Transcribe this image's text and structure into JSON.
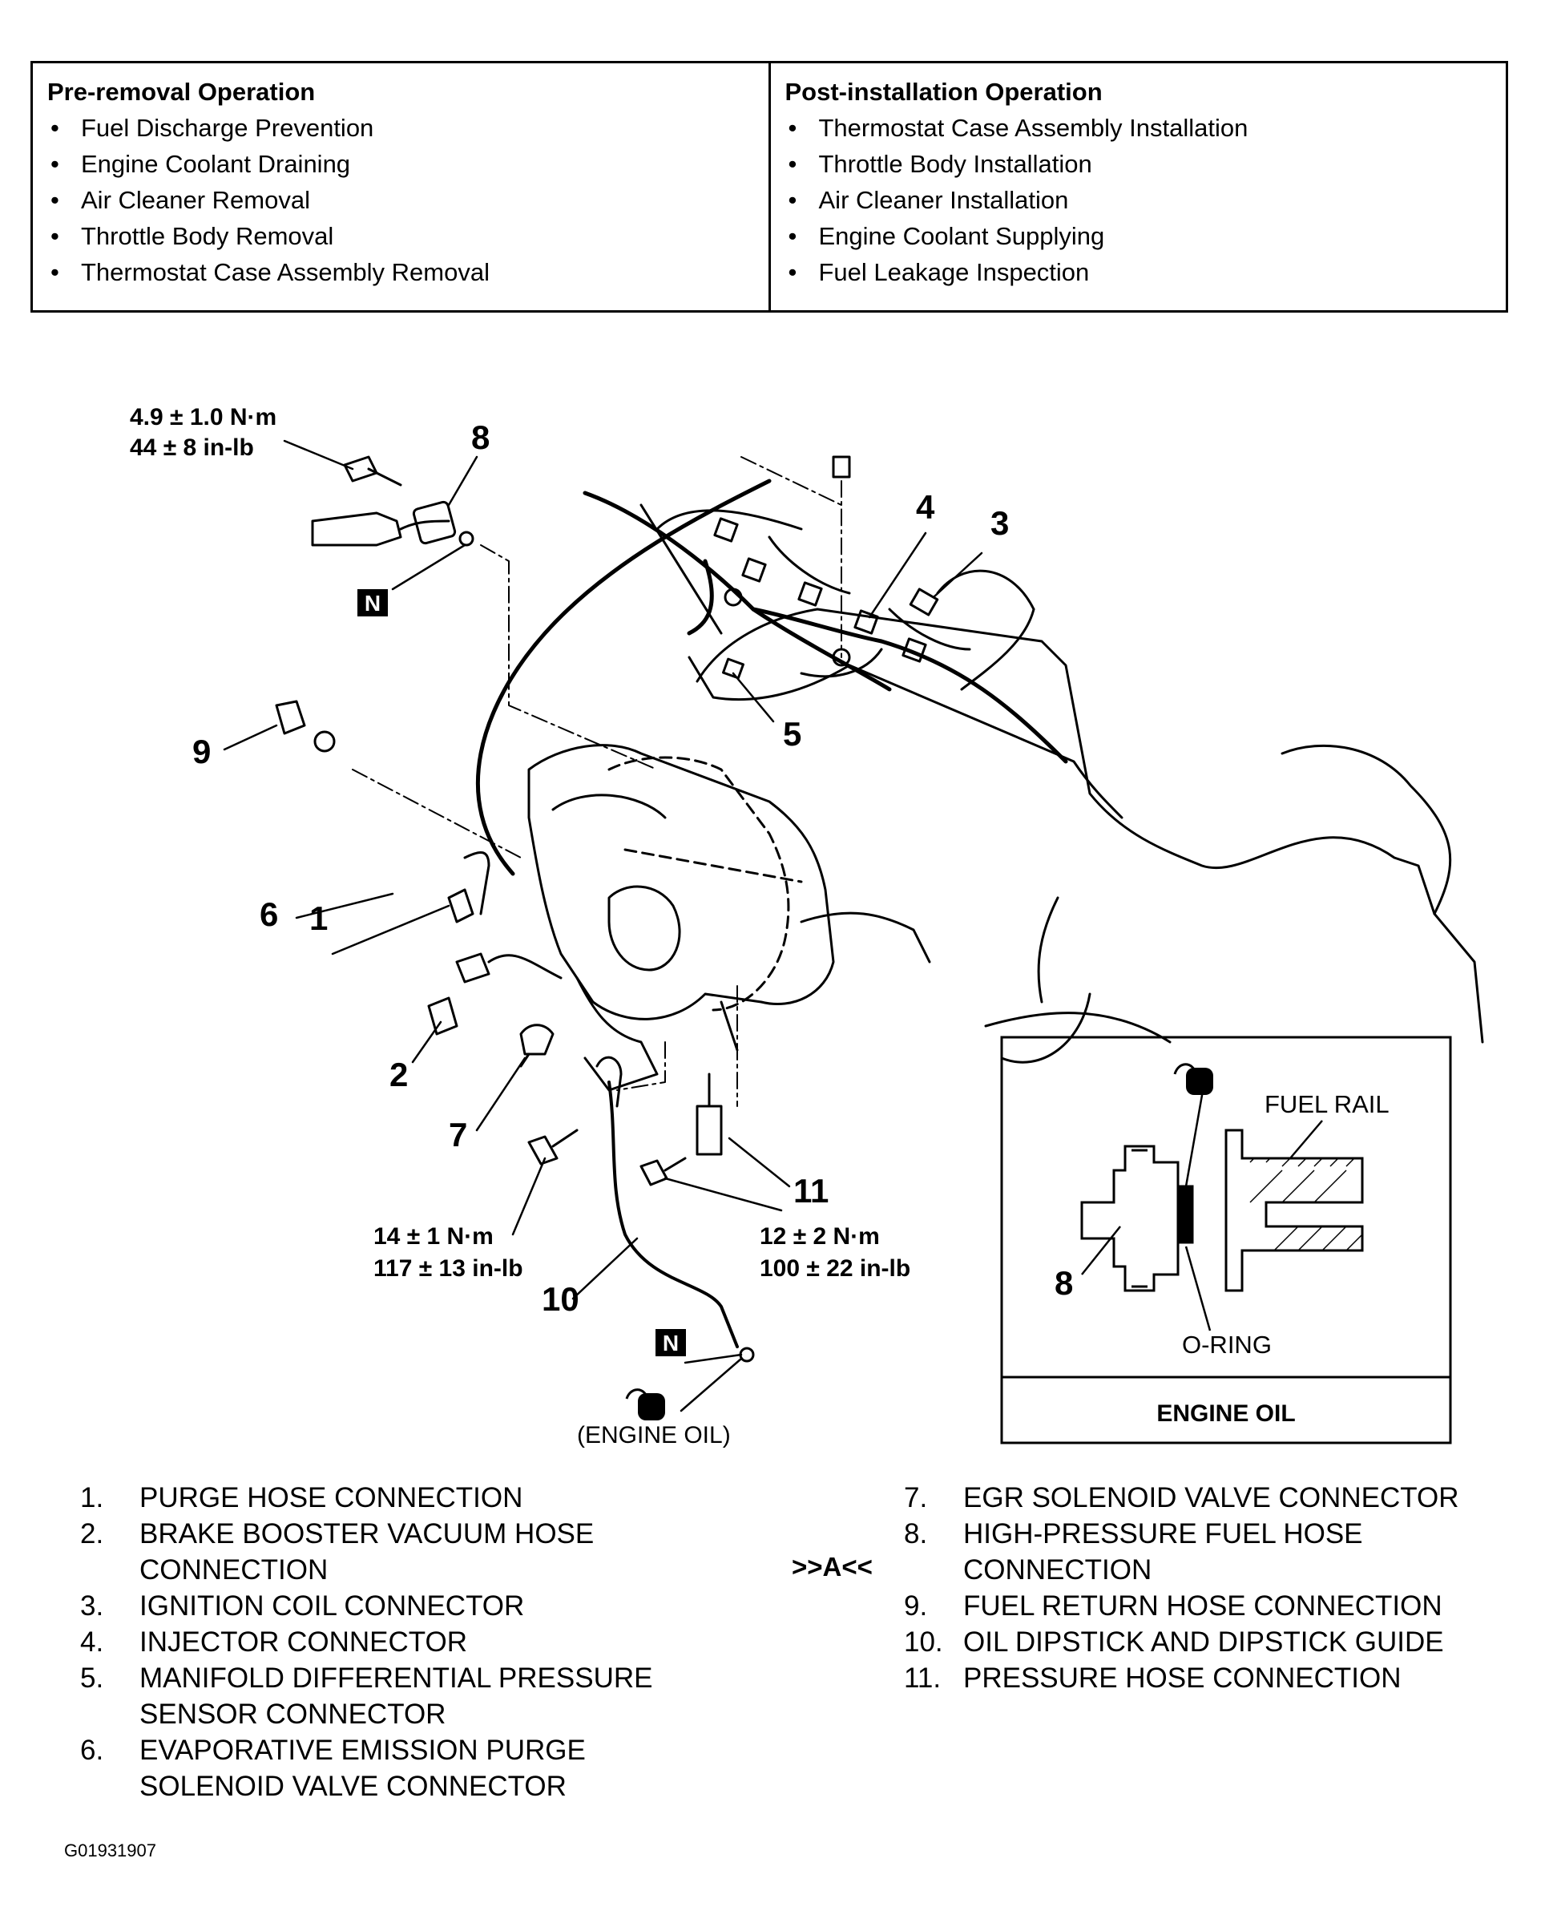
{
  "pre_removal": {
    "heading": "Pre-removal Operation",
    "items": [
      "Fuel Discharge Prevention",
      "Engine Coolant Draining",
      "Air Cleaner Removal",
      "Throttle Body Removal",
      "Thermostat Case Assembly Removal"
    ]
  },
  "post_installation": {
    "heading": "Post-installation Operation",
    "items": [
      "Thermostat Case Assembly Installation",
      "Throttle Body Installation",
      "Air Cleaner Installation",
      "Engine Coolant Supplying",
      "Fuel Leakage Inspection"
    ]
  },
  "diagram": {
    "torque_8": {
      "nm": "4.9 ± 1.0 N·m",
      "inlb": "44 ± 8 in-lb"
    },
    "torque_left": {
      "nm": "14 ± 1 N·m",
      "inlb": "117 ± 13 in-lb"
    },
    "torque_right": {
      "nm": "12 ± 2 N·m",
      "inlb": "100 ± 22 in-lb"
    },
    "callouts": [
      "1",
      "2",
      "3",
      "4",
      "5",
      "6",
      "7",
      "8",
      "9",
      "10",
      "11"
    ],
    "n_badge": "N",
    "engine_oil_note": "(ENGINE OIL)"
  },
  "inset": {
    "fuel_rail": "FUEL RAIL",
    "o_ring": "O-RING",
    "callout": "8",
    "caption": "ENGINE OIL"
  },
  "legend": {
    "left": [
      {
        "num": "1.",
        "text": "PURGE HOSE CONNECTION"
      },
      {
        "num": "2.",
        "text": "BRAKE BOOSTER VACUUM HOSE CONNECTION"
      },
      {
        "num": "3.",
        "text": "IGNITION COIL CONNECTOR"
      },
      {
        "num": "4.",
        "text": "INJECTOR CONNECTOR"
      },
      {
        "num": "5.",
        "text": "MANIFOLD DIFFERENTIAL PRESSURE SENSOR CONNECTOR"
      },
      {
        "num": "6.",
        "text": "EVAPORATIVE EMISSION PURGE SOLENOID VALVE CONNECTOR"
      }
    ],
    "right": [
      {
        "num": "7.",
        "text": "EGR SOLENOID VALVE CONNECTOR"
      },
      {
        "num": "8.",
        "text": "HIGH-PRESSURE FUEL HOSE CONNECTION"
      },
      {
        "num": "9.",
        "text": "FUEL RETURN HOSE CONNECTION"
      },
      {
        "num": "10.",
        "text": "OIL DIPSTICK AND DIPSTICK GUIDE"
      },
      {
        "num": "11.",
        "text": "PRESSURE HOSE CONNECTION"
      }
    ],
    "marker": ">>A<<"
  },
  "figure_id": "G01931907"
}
